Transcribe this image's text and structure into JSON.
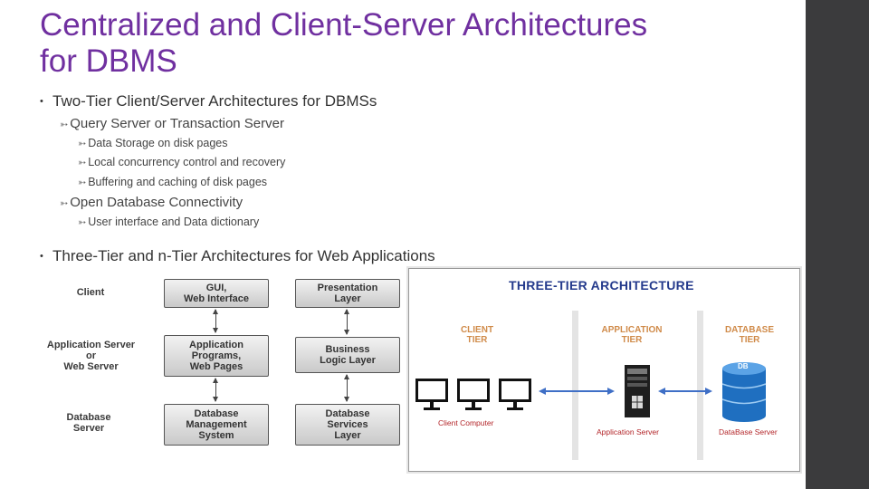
{
  "slide": {
    "title_line1": "Centralized and Client-Server Architectures",
    "title_line2": "for DBMS",
    "bullets": {
      "b1": "Two-Tier Client/Server Architectures for DBMSs",
      "b1_sub1": "Query Server or Transaction Server",
      "b1_sub1_items": [
        "Data Storage on disk pages",
        "Local concurrency control and recovery",
        "Buffering and caching of disk pages"
      ],
      "b1_sub2": "Open Database Connectivity",
      "b1_sub2_items": [
        "User interface and Data dictionary"
      ],
      "b2": "Three-Tier and n-Tier Architectures for Web Applications"
    },
    "bullet_glyph": "•",
    "sub_glyph": "➳"
  },
  "left_diagram": {
    "labels": {
      "client": "Client",
      "app_server_1": "Application Server",
      "app_server_2": "or",
      "app_server_3": "Web Server",
      "db_server_1": "Database",
      "db_server_2": "Server"
    },
    "col1": [
      "GUI,",
      "Web Interface",
      "Application",
      "Programs,",
      "Web Pages",
      "Database",
      "Management",
      "System"
    ],
    "col2": [
      "Presentation",
      "Layer",
      "Business",
      "Logic Layer",
      "Database",
      "Services",
      "Layer"
    ]
  },
  "right_diagram": {
    "title": "THREE-TIER ARCHITECTURE",
    "tiers": {
      "client_1": "CLIENT",
      "client_2": "TIER",
      "app_1": "APPLICATION",
      "app_2": "TIER",
      "db_1": "DATABASE",
      "db_2": "TIER"
    },
    "captions": {
      "client": "Client Computer",
      "app": "Application Server",
      "db": "DataBase Server"
    },
    "db_icon_text": "DB"
  },
  "colors": {
    "title": "#7030a0",
    "sidebar": "#3b3b3d",
    "tier_label": "#d08b4a",
    "diagram_title": "#243a8c",
    "arrow": "#3f6fc6",
    "db_blue": "#1f6fc0"
  }
}
